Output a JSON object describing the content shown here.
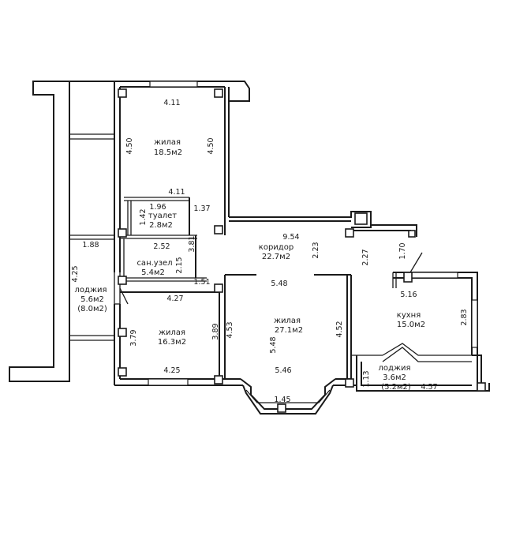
{
  "rooms": [
    {
      "id": "bedroom1",
      "name": "жилая",
      "area": "18.5м2"
    },
    {
      "id": "toilet",
      "name": "туалет",
      "area": "2.8м2"
    },
    {
      "id": "bathroom",
      "name": "сан.узел",
      "area": "5.4м2"
    },
    {
      "id": "loggia_left",
      "name": "лоджия",
      "area": "5.6м2",
      "area_total": "(8.0м2)"
    },
    {
      "id": "corridor",
      "name": "коридор",
      "area": "22.7м2"
    },
    {
      "id": "living",
      "name": "жилая",
      "area": "27.1м2"
    },
    {
      "id": "bedroom2",
      "name": "жилая",
      "area": "16.3м2"
    },
    {
      "id": "kitchen",
      "name": "кухня",
      "area": "15.0м2"
    },
    {
      "id": "loggia_right",
      "name": "лоджия",
      "area": "3.6м2",
      "area_total": "(5.2м2)"
    }
  ],
  "dimensions": {
    "d_4_11_top": "4.11",
    "d_4_50_left": "4.50",
    "d_4_50_right": "4.50",
    "d_4_11_mid": "4.11",
    "d_1_96": "1.96",
    "d_1_37": "1.37",
    "d_1_42": "1.42",
    "d_1_88": "1.88",
    "d_2_52": "2.52",
    "d_3_81": "3.81",
    "d_2_15": "2.15",
    "d_1_51": "1.51",
    "d_4_25_loggia": "4.25",
    "d_4_27": "4.27",
    "d_3_79": "3.79",
    "d_3_89": "3.89",
    "d_4_53": "4.53",
    "d_4_25_bottom": "4.25",
    "d_9_54": "9.54",
    "d_2_23": "2.23",
    "d_2_27": "2.27",
    "d_1_70": "1.70",
    "d_5_48_top": "5.48",
    "d_5_48_side": "5.48",
    "d_5_46": "5.46",
    "d_4_52": "4.52",
    "d_1_45": "1.45",
    "d_5_16": "5.16",
    "d_2_83": "2.83",
    "d_1_13": "1.13",
    "d_4_57": "4.57"
  }
}
